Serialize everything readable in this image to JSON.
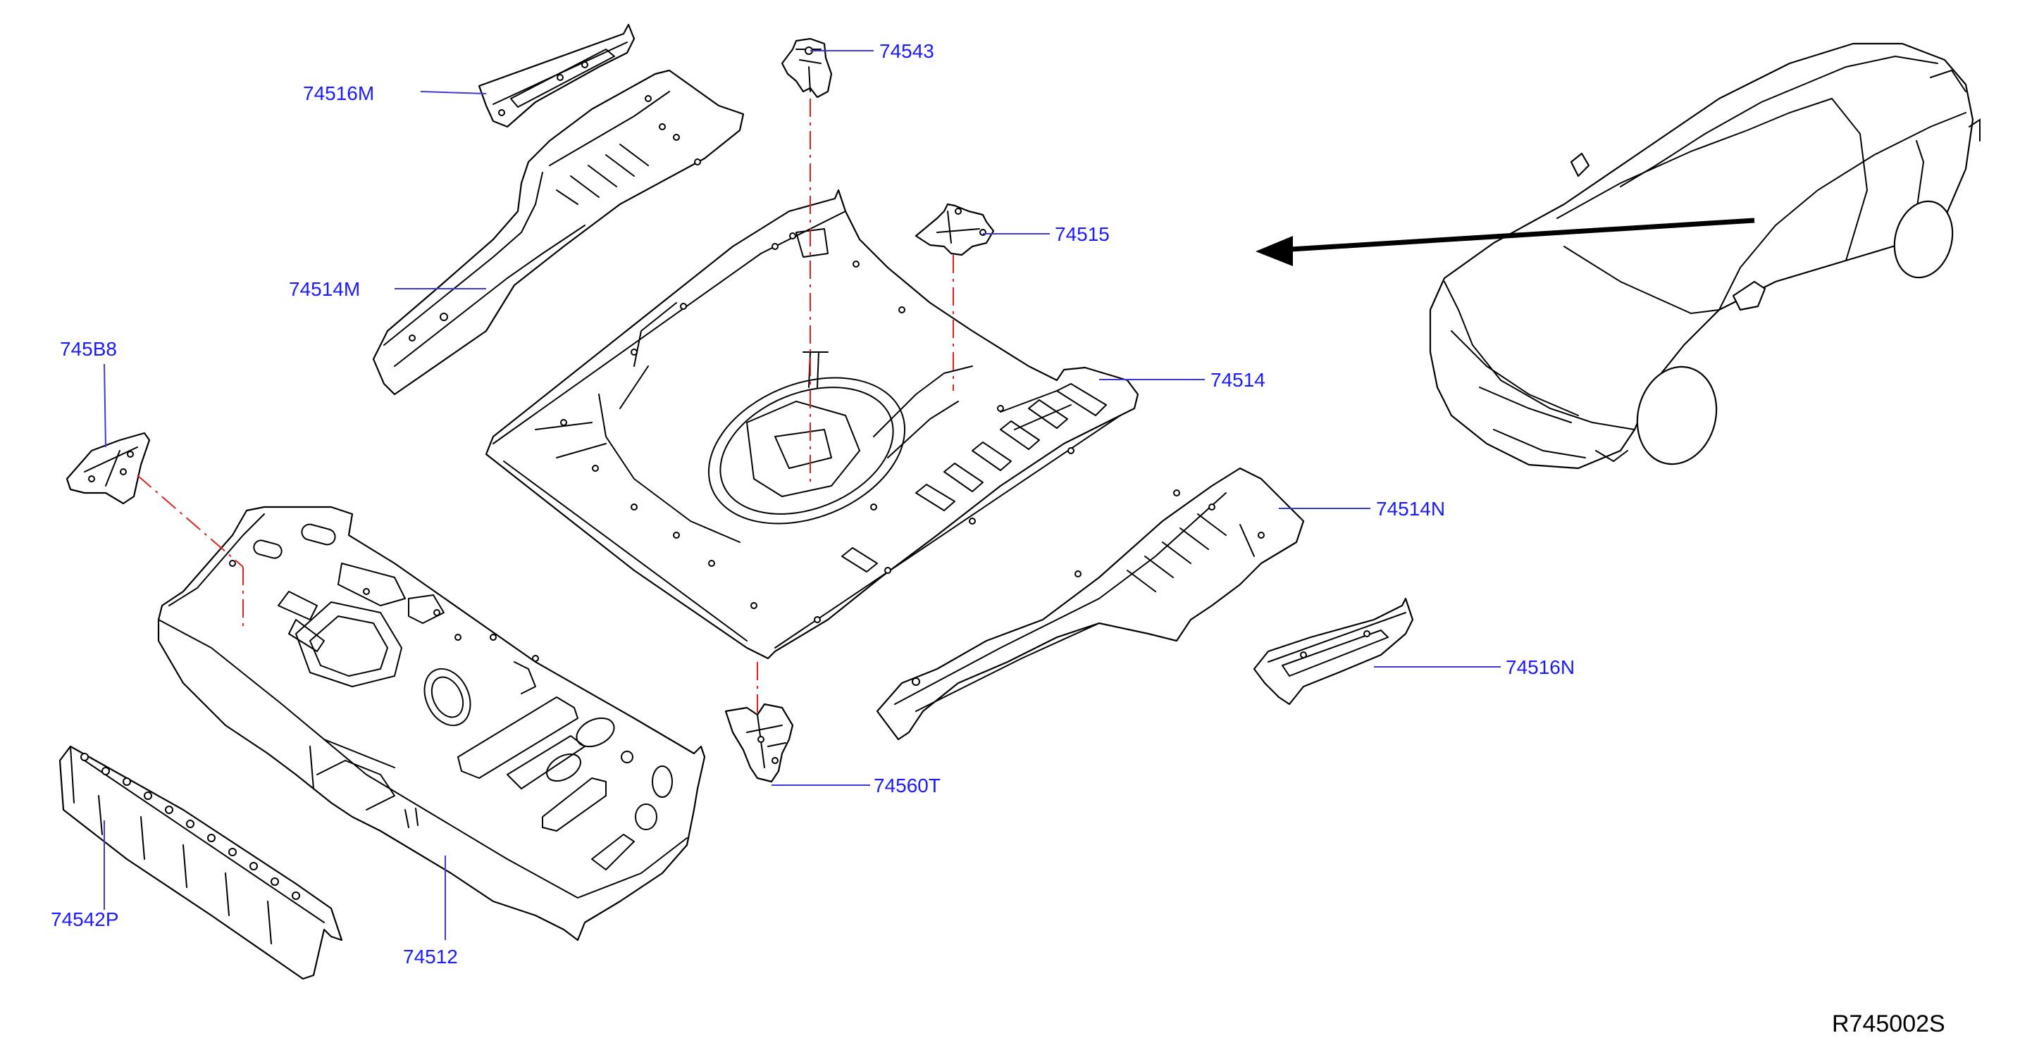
{
  "parts": [
    {
      "id": "p74516M",
      "label": "74516M"
    },
    {
      "id": "p74514M",
      "label": "74514M"
    },
    {
      "id": "p745B8",
      "label": "745B8"
    },
    {
      "id": "p74543",
      "label": "74543"
    },
    {
      "id": "p74515",
      "label": "74515"
    },
    {
      "id": "p74514",
      "label": "74514"
    },
    {
      "id": "p74514N",
      "label": "74514N"
    },
    {
      "id": "p74516N",
      "label": "74516N"
    },
    {
      "id": "p74560T",
      "label": "74560T"
    },
    {
      "id": "p74542P",
      "label": "74542P"
    },
    {
      "id": "p74512",
      "label": "74512"
    }
  ],
  "diagram_ref": "R745002S",
  "colors": {
    "label": "#1a1aff",
    "leader": "#3a3ad8",
    "centerline": "#e02020",
    "line": "#000000",
    "background": "#ffffff"
  }
}
